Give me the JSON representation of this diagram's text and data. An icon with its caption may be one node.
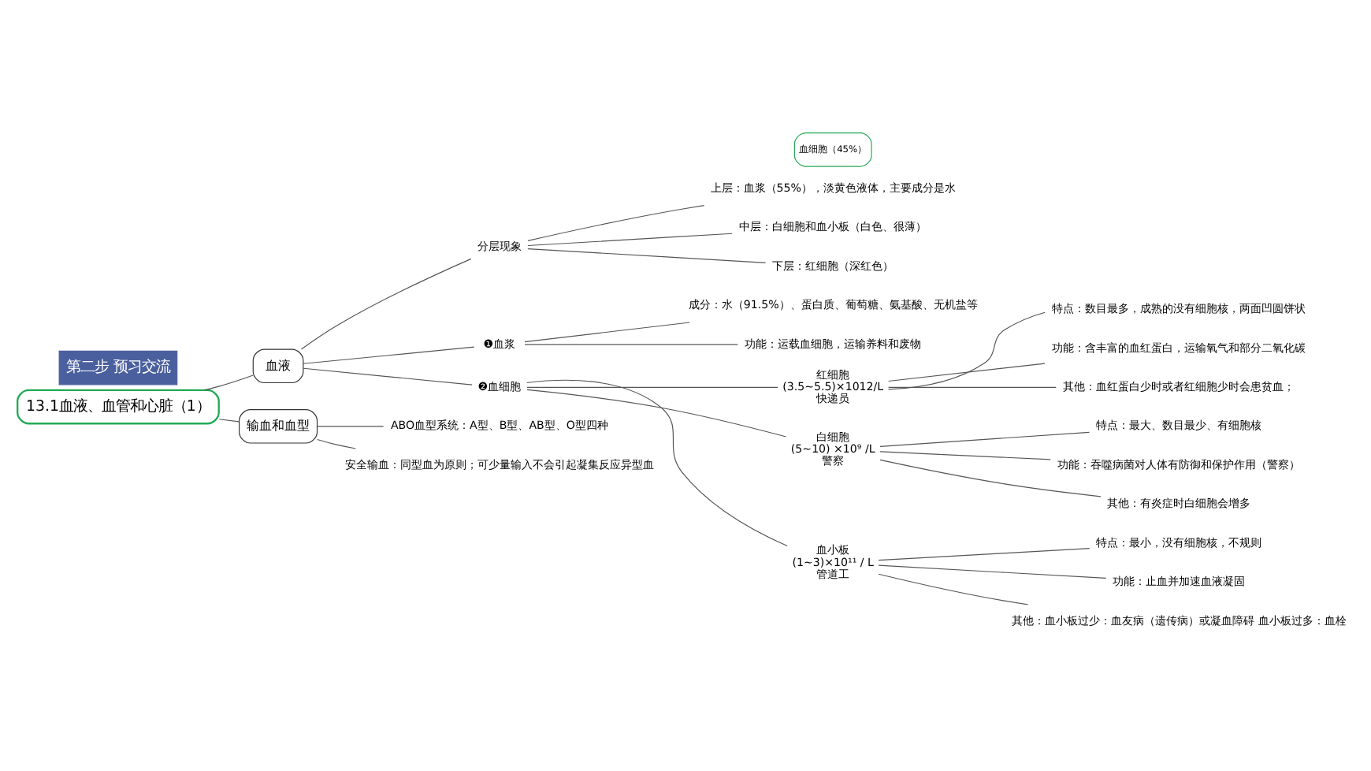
{
  "diagram": {
    "nodes": [
      {
        "text": [
          "13.1血液、血管和心脏（1）"
        ]
      },
      {
        "text": [
          "血液"
        ]
      },
      {
        "text": [
          "分层现象"
        ]
      },
      {
        "text": [
          "上层：血浆（55%），淡黄色液体，主要成分是水"
        ]
      },
      {
        "text": [
          "中层：白细胞和血小板（白色、很薄）"
        ]
      },
      {
        "text": [
          "下层：红细胞（深红色）"
        ]
      },
      {
        "text": [
          "血细胞（45%）"
        ]
      },
      {
        "text": [
          "❶血浆"
        ]
      },
      {
        "text": [
          "成分：水（91.5%）、蛋白质、葡萄糖、氨基酸、无机盐等"
        ]
      },
      {
        "text": [
          "功能：运载血细胞，运输养料和废物"
        ]
      },
      {
        "text": [
          "❷血细胞"
        ]
      },
      {
        "text": [
          "红细胞",
          "(3.5~5.5)×1012/L",
          "快递员"
        ]
      },
      {
        "text": [
          "特点：数目最多，成熟的没有细胞核，两面凹圆饼状"
        ]
      },
      {
        "text": [
          "功能：含丰富的血红蛋白，运输氧气和部分二氧化碳"
        ]
      },
      {
        "text": [
          "其他：血红蛋白少时或者红细胞少时会患贫血；"
        ]
      },
      {
        "text": [
          "白细胞",
          "(5~10) ×10⁹ /L",
          "警察"
        ]
      },
      {
        "text": [
          "特点：最大、数目最少、有细胞核"
        ]
      },
      {
        "text": [
          "功能：吞噬病菌对人体有防御和保护作用（警察）"
        ]
      },
      {
        "text": [
          "其他：有炎症时白细胞会增多"
        ]
      },
      {
        "text": [
          "血小板",
          "(1~3)×10¹¹ / L",
          "管道工"
        ]
      },
      {
        "text": [
          "特点：最小，没有细胞核，不规则"
        ]
      },
      {
        "text": [
          "功能：止血并加速血液凝固"
        ]
      },
      {
        "text": [
          "其他：血小板过少：血友病（遗传病）或凝血障碍 血小板过多：血栓"
        ]
      },
      {
        "text": [
          "输血和血型"
        ]
      },
      {
        "text": [
          "ABO血型系统：A型、B型、AB型、O型四种"
        ]
      },
      {
        "text": [
          "安全输血：同型血为原则；可少量输入不会引起凝集反应异型血"
        ]
      }
    ],
    "edges": [
      {
        "from": 0,
        "to": 1,
        "arrow": "none"
      },
      {
        "from": 1,
        "to": 2,
        "arrow": "none"
      },
      {
        "from": 2,
        "to": 3,
        "arrow": "none"
      },
      {
        "from": 2,
        "to": 4,
        "arrow": "none"
      },
      {
        "from": 2,
        "to": 5,
        "arrow": "none"
      },
      {
        "from": 1,
        "to": 7,
        "arrow": "none"
      },
      {
        "from": 7,
        "to": 8,
        "arrow": "none"
      },
      {
        "from": 7,
        "to": 9,
        "arrow": "none"
      },
      {
        "from": 1,
        "to": 10,
        "arrow": "none"
      },
      {
        "from": 10,
        "to": 11,
        "arrow": "none"
      },
      {
        "from": 11,
        "to": 12,
        "arrow": "none"
      },
      {
        "from": 11,
        "to": 13,
        "arrow": "none"
      },
      {
        "from": 11,
        "to": 14,
        "arrow": "none"
      },
      {
        "from": 10,
        "to": 15,
        "arrow": "none"
      },
      {
        "from": 15,
        "to": 16,
        "arrow": "none"
      },
      {
        "from": 15,
        "to": 17,
        "arrow": "none"
      },
      {
        "from": 15,
        "to": 18,
        "arrow": "none"
      },
      {
        "from": 10,
        "to": 19,
        "arrow": "none"
      },
      {
        "from": 19,
        "to": 20,
        "arrow": "none"
      },
      {
        "from": 19,
        "to": 21,
        "arrow": "none"
      },
      {
        "from": 19,
        "to": 22,
        "arrow": "none"
      },
      {
        "from": 0,
        "to": 23,
        "arrow": "none"
      },
      {
        "from": 23,
        "to": 24,
        "arrow": "none"
      },
      {
        "from": 23,
        "to": 25,
        "arrow": "none"
      }
    ],
    "labels": [
      "第二步 预习交流"
    ]
  }
}
